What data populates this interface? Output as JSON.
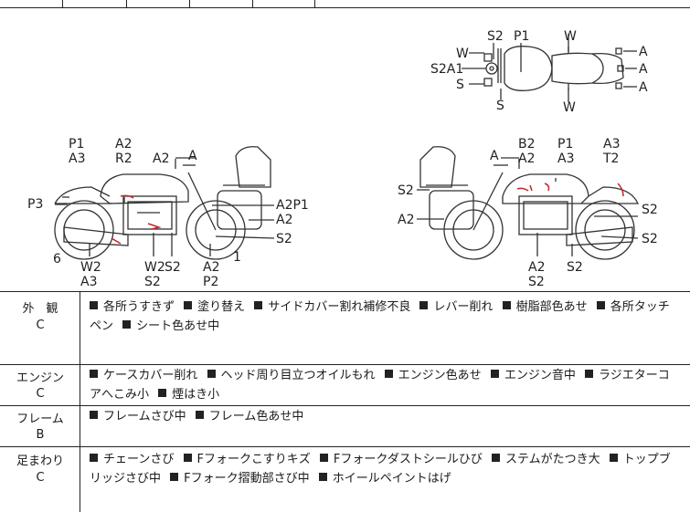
{
  "labels": {
    "top": {
      "s2": "S2",
      "p1": "P1",
      "w_top": "W",
      "w_left": "W",
      "s2a1": "S2A1",
      "s_left": "S",
      "s_bottom": "S",
      "w_bottom": "W",
      "a1": "A",
      "a2": "A",
      "a3": "A"
    },
    "left": {
      "p1": "P1",
      "a3": "A3",
      "a2_top": "A2",
      "r2": "R2",
      "a2_tank": "A2",
      "a_mirror": "A",
      "p3": "P3",
      "a2p1": "A2P1",
      "a2_side": "A2",
      "s2_right": "S2",
      "six": "6",
      "one": "1",
      "w2": "W2",
      "a3_bottom": "A3",
      "w2b": "W2",
      "s2b": "S2",
      "s2c": "S2",
      "a2_bottom": "A2",
      "p2": "P2"
    },
    "right": {
      "b2": "B2",
      "a2_top": "A2",
      "a_mirror": "A",
      "p1": "P1",
      "a3": "A3",
      "a3_right": "A3",
      "t2": "T2",
      "s2_left": "S2",
      "a2_left": "A2",
      "s2_right1": "S2",
      "s2_right2": "S2",
      "a2_bottom": "A2",
      "s2_bottom": "S2",
      "s2_center": "S2"
    }
  },
  "conditions": [
    {
      "category": "外　観",
      "grade": "C",
      "items": [
        "各所うすきず",
        "塗り替え",
        "サイドカバー割れ補修不良",
        "レバー削れ",
        "樹脂部色あせ",
        "各所タッチペン",
        "シート色あせ中"
      ]
    },
    {
      "category": "エンジン",
      "grade": "C",
      "items": [
        "ケースカバー削れ",
        "ヘッド周り目立つオイルもれ",
        "エンジン色あせ",
        "エンジン音中",
        "ラジエターコアへこみ小",
        "煙はき小"
      ]
    },
    {
      "category": "フレーム",
      "grade": "B",
      "items": [
        "フレームさび中",
        "フレーム色あせ中"
      ]
    },
    {
      "category": "足まわり",
      "grade": "C",
      "items": [
        "チェーンさび",
        "Fフォークこすりキズ",
        "Fフォークダストシールひび",
        "ステムがたつき大",
        "トップブリッジさび中",
        "Fフォーク摺動部さび中",
        "ホイールペイントはげ"
      ]
    }
  ]
}
